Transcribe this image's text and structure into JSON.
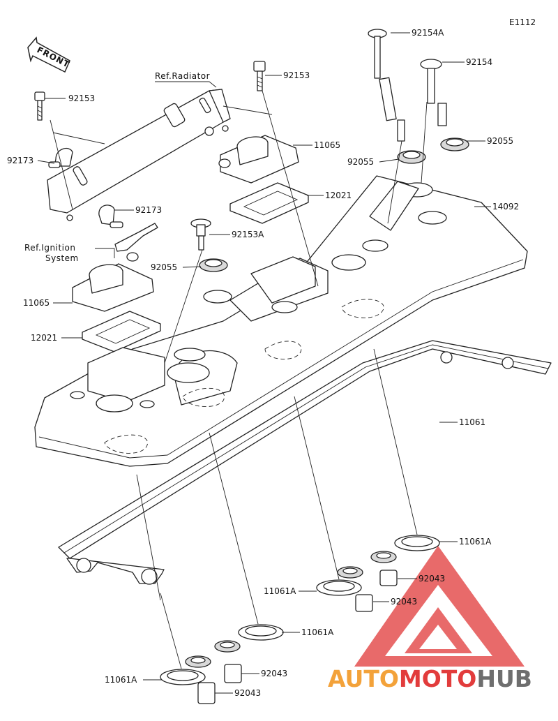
{
  "diagram_code": "E1112",
  "front_label": "FRONT",
  "colors": {
    "outline": "#222222",
    "watermark_red": "#e23c3c",
    "watermark_orange": "#f3a23a",
    "watermark_gray": "#6e6e6e"
  },
  "callouts": {
    "c92154A": "92154A",
    "c92154": "92154",
    "c92153_top": "92153",
    "c92153_left": "92153",
    "ref_radiator": "Ref.Radiator",
    "c11065_right": "11065",
    "c92173_left": "92173",
    "c92173_mid": "92173",
    "c92055_right": "92055",
    "c92055_mid": "92055",
    "c12021_right": "12021",
    "c14092": "14092",
    "c92153A": "92153A",
    "ref_ignition_1": "Ref.Ignition",
    "ref_ignition_2": "System",
    "c92055_left": "92055",
    "c11065_left": "11065",
    "c12021_left": "12021",
    "c11061": "11061",
    "c11061A_r": "11061A",
    "c92043_r1": "92043",
    "c11061A_m": "11061A",
    "c92043_r2": "92043",
    "c11061A_c": "11061A",
    "c92043_b1": "92043",
    "c11061A_l": "11061A",
    "c92043_b2": "92043"
  },
  "watermark": {
    "part1": "AUTO",
    "part2": "MOTO",
    "part3": "HUB"
  }
}
